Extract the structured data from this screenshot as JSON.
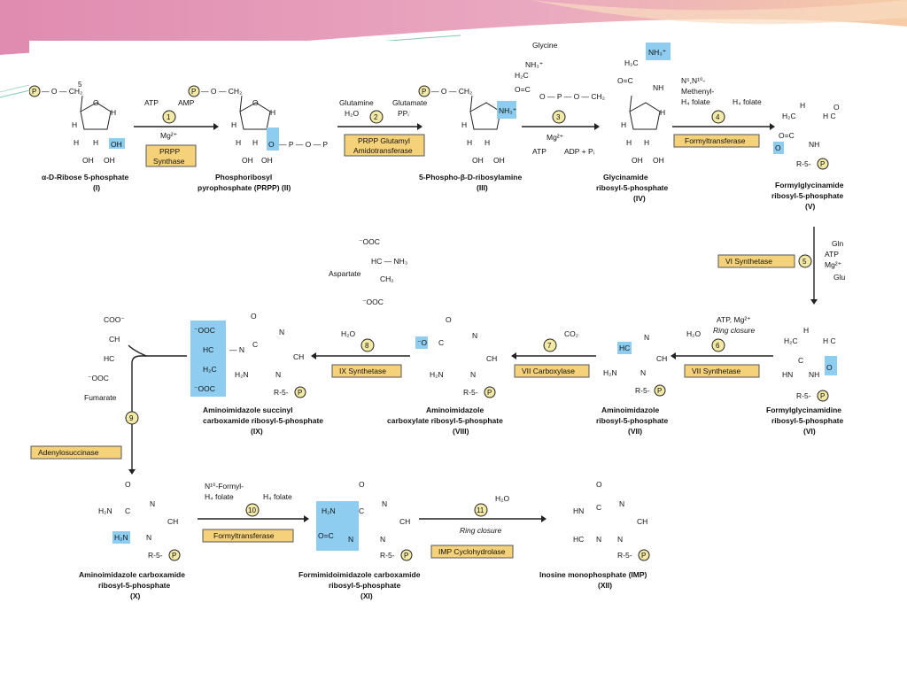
{
  "colors": {
    "highlight": "#8ecdf0",
    "enzyme_box": "#f5d27a",
    "step_circle": "#f3e9a6",
    "banner_pink": "#e596b7",
    "banner_peach": "#f6c9a8"
  },
  "compounds": [
    {
      "id": "I",
      "name1": "α-D-Ribose 5-phosphate",
      "roman": "(I)"
    },
    {
      "id": "II",
      "name1": "Phosphoribosyl",
      "name2": "pyrophosphate (PRPP) (II)"
    },
    {
      "id": "III",
      "name1": "5-Phospho-β-D-ribosylamine",
      "roman": "(III)"
    },
    {
      "id": "IV",
      "name1": "Glycinamide",
      "name2": "ribosyl-5-phosphate",
      "roman": "(IV)"
    },
    {
      "id": "V",
      "name1": "Formylglycinamide",
      "name2": "ribosyl-5-phosphate",
      "roman": "(V)"
    },
    {
      "id": "VI",
      "name1": "Formylglycinamidine",
      "name2": "ribosyl-5-phosphate",
      "roman": "(VI)"
    },
    {
      "id": "VII",
      "name1": "Aminoimidazole",
      "name2": "ribosyl-5-phosphate",
      "roman": "(VII)"
    },
    {
      "id": "VIII",
      "name1": "Aminoimidazole",
      "name2": "carboxylate ribosyl-5-phosphate",
      "roman": "(VIII)"
    },
    {
      "id": "IX",
      "name1": "Aminoimidazole succinyl",
      "name2": "carboxamide ribosyl-5-phosphate",
      "roman": "(IX)"
    },
    {
      "id": "X",
      "name1": "Aminoimidazole carboxamide",
      "name2": "ribosyl-5-phosphate",
      "roman": "(X)"
    },
    {
      "id": "XI",
      "name1": "Formimidoimidazole carboxamide",
      "name2": "ribosyl-5-phosphate",
      "roman": "(XI)"
    },
    {
      "id": "XII",
      "name1": "Inosine monophosphate (IMP)",
      "roman": "(XII)"
    }
  ],
  "enzymes": {
    "e1a": "PRPP",
    "e1b": "Synthase",
    "e2a": "PRPP Glutamyl",
    "e2b": "Amidotransferase",
    "e4": "Formyltransferase",
    "e5": "VI Synthetase",
    "e6": "VII Synthetase",
    "e7": "VII Carboxylase",
    "e8": "IX Synthetase",
    "e9": "Adenylosuccinase",
    "e10": "Formyltransferase",
    "e11": "IMP Cyclohydrolase"
  },
  "steps": [
    "1",
    "2",
    "3",
    "4",
    "5",
    "6",
    "7",
    "8",
    "9",
    "10",
    "11"
  ],
  "reagents": {
    "s1_atp": "ATP",
    "s1_amp": "AMP",
    "s1_mg": "Mg²⁺",
    "s2_gln": "Glutamine",
    "s2_glu": "Glutamate",
    "s2_h2o": "H₂O",
    "s2_ppi": "PPᵢ",
    "s3_gly": "Glycine",
    "s3_mg": "Mg²⁺",
    "s3_atp": "ATP",
    "s3_adp": "ADP + Pᵢ",
    "s4_a": "N⁵,N¹⁰-",
    "s4_b": "Methenyl-",
    "s4_c": "H₄ folate",
    "s4_d": "H₄ folate",
    "s5_gln": "Gln",
    "s5_atp": "ATP",
    "s5_mg": "Mg²⁺",
    "s5_glu": "Glu",
    "s6_a": "ATP, Mg²⁺",
    "s6_h2o": "H₂O",
    "s6_b": "Ring closure",
    "s7_co2": "CO₂",
    "s8_h2o": "H₂O",
    "s8_asp": "Aspartate",
    "s9_fum": "Fumarate",
    "s10_a": "N¹⁰-Formyl-",
    "s10_b": "H₄ folate",
    "s10_c": "H₄ folate",
    "s11_h2o": "H₂O",
    "s11_rc": "Ring closure"
  }
}
